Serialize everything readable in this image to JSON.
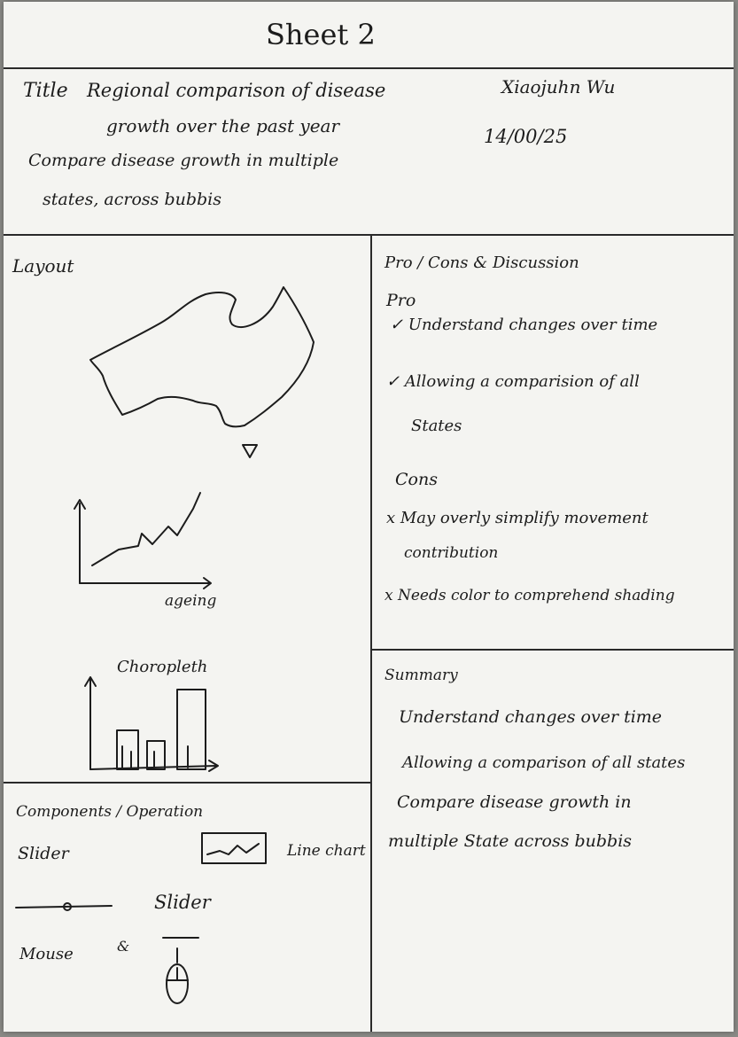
{
  "sheet_title": "Sheet 2",
  "header": {
    "title_label": "Title",
    "title_line1": "Regional comparison of disease",
    "title_line2": "growth over the past year",
    "desc_line1": "Compare disease growth in multiple",
    "desc_line2": "states, across bubbis",
    "author": "Xiaojuhn Wu",
    "date": "14/00/25"
  },
  "layout": {
    "heading": "Layout",
    "line_chart_axis_label": "ageing",
    "bar_chart_label": "Choropleth"
  },
  "components": {
    "heading": "Components / Operation",
    "slider_label": "Slider",
    "line_chart_label": "Line chart",
    "slider_label_2": "Slider",
    "mouse_label": "Mouse",
    "ampersand": "&"
  },
  "pros_cons": {
    "heading": "Pro / Cons & Discussion",
    "pro_heading": "Pro",
    "pros": [
      "✓ Understand changes over time",
      "✓ Allowing a comparision of all",
      "States"
    ],
    "cons_heading": "Cons",
    "cons": [
      "x May overly simplify movement",
      "contribution",
      "x Needs color to comprehend shading"
    ]
  },
  "summary": {
    "heading": "Summary",
    "lines": [
      "Understand changes over time",
      "Allowing a comparison of all states",
      "Compare disease growth in",
      "multiple State across bubbis"
    ]
  }
}
